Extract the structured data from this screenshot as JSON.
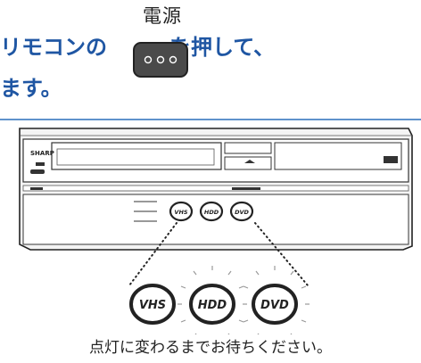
{
  "header": {
    "power_label": "電源",
    "line1_a": "リモコンの",
    "line1_b": "を押して、",
    "line2": "ます。"
  },
  "remote_button": {
    "icon": "power-button-icon"
  },
  "recorder": {
    "brand": "SHARP",
    "buttons": [
      {
        "label": "VHS"
      },
      {
        "label": "HDD"
      },
      {
        "label": "DVD"
      }
    ]
  },
  "callout": {
    "buttons": [
      {
        "label": "VHS",
        "lit": false
      },
      {
        "label": "HDD",
        "lit": true
      },
      {
        "label": "DVD",
        "lit": true
      }
    ]
  },
  "caption": "点灯に変わるまでお待ちください。",
  "colors": {
    "accent": "#1f56a3",
    "rule": "#2a6ebc"
  }
}
